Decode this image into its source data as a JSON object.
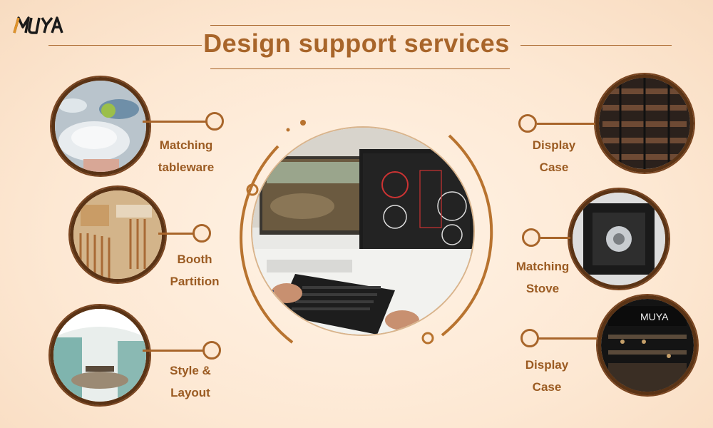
{
  "brand": {
    "logo_text": "MUYA"
  },
  "header": {
    "title": "Design support services"
  },
  "services": {
    "left": [
      {
        "line1": "Matching",
        "line2": "tableware"
      },
      {
        "line1": "Booth",
        "line2": "Partition"
      },
      {
        "line1": "Style &",
        "line2": "Layout"
      }
    ],
    "right": [
      {
        "line1": "Display",
        "line2": "Case"
      },
      {
        "line1": "Matching",
        "line2": "Stove"
      },
      {
        "line1": "Display",
        "line2": "Case"
      }
    ]
  },
  "colors": {
    "accent": "#a8652a",
    "frame": "#5a3315",
    "background": "#fde8d3"
  }
}
